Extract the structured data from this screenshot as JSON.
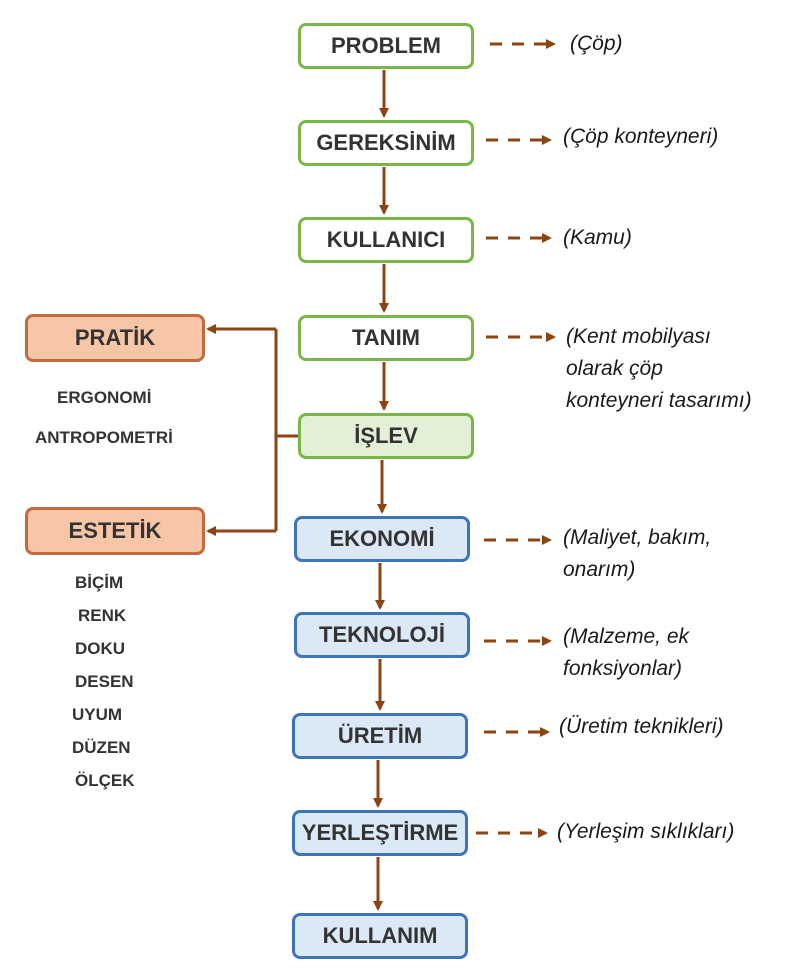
{
  "steps": [
    {
      "label": "PROBLEM",
      "note": [
        "(Çöp)"
      ]
    },
    {
      "label": "GEREKSİNİM",
      "note": [
        "(Çöp konteyneri)"
      ]
    },
    {
      "label": "KULLANICI",
      "note": [
        "(Kamu)"
      ]
    },
    {
      "label": "TANIM",
      "note": [
        "(Kent mobilyası",
        "olarak çöp",
        "konteyneri tasarımı)"
      ]
    },
    {
      "label": "İŞLEV",
      "note": []
    },
    {
      "label": "EKONOMİ",
      "note": [
        "(Maliyet, bakım,",
        "onarım)"
      ]
    },
    {
      "label": "TEKNOLOJİ",
      "note": [
        "(Malzeme, ek",
        "fonksiyonlar)"
      ]
    },
    {
      "label": "ÜRETİM",
      "note": [
        "(Üretim teknikleri)"
      ]
    },
    {
      "label": "YERLEŞTİRME",
      "note": [
        "(Yerleşim sıklıkları)"
      ]
    },
    {
      "label": "KULLANIM",
      "note": []
    }
  ],
  "branches": {
    "pratik": {
      "label": "PRATİK",
      "items": [
        "ERGONOMİ",
        "ANTROPOMETRİ"
      ]
    },
    "estetik": {
      "label": "ESTETİK",
      "items": [
        "BİÇİM",
        "RENK",
        "DOKU",
        "DESEN",
        "UYUM",
        "DÜZEN",
        "ÖLÇEK"
      ]
    }
  },
  "colors": {
    "green_border": "#7ab648",
    "green_fill": "#e3efd7",
    "blue_border": "#3d76b7",
    "blue_fill": "#dbe8f5",
    "orange_border": "#c36a3e",
    "orange_fill": "#f6c6a6",
    "arrow": "#8b4513"
  }
}
